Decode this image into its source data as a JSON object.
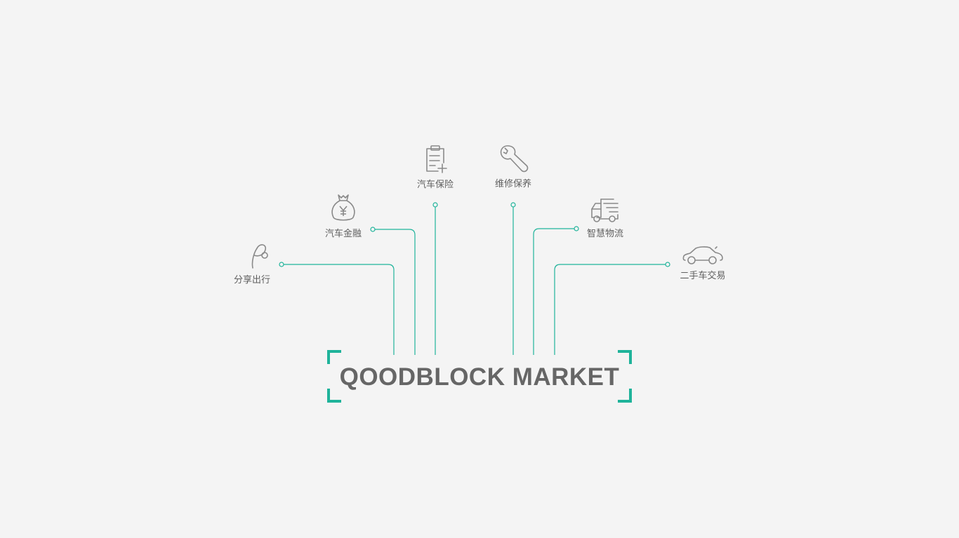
{
  "accent_color": "#1fb39a",
  "icon_color": "#8a8a8a",
  "title": "QOODBLOCK MARKET",
  "nodes": [
    {
      "id": "sharing",
      "label": "分享出行",
      "icon": "share-ride-icon"
    },
    {
      "id": "finance",
      "label": "汽车金融",
      "icon": "money-bag-icon"
    },
    {
      "id": "insurance",
      "label": "汽车保险",
      "icon": "clipboard-plus-icon"
    },
    {
      "id": "maintenance",
      "label": "维修保养",
      "icon": "wrench-icon"
    },
    {
      "id": "logistics",
      "label": "智慧物流",
      "icon": "truck-icon"
    },
    {
      "id": "used_car",
      "label": "二手车交易",
      "icon": "car-icon"
    }
  ]
}
